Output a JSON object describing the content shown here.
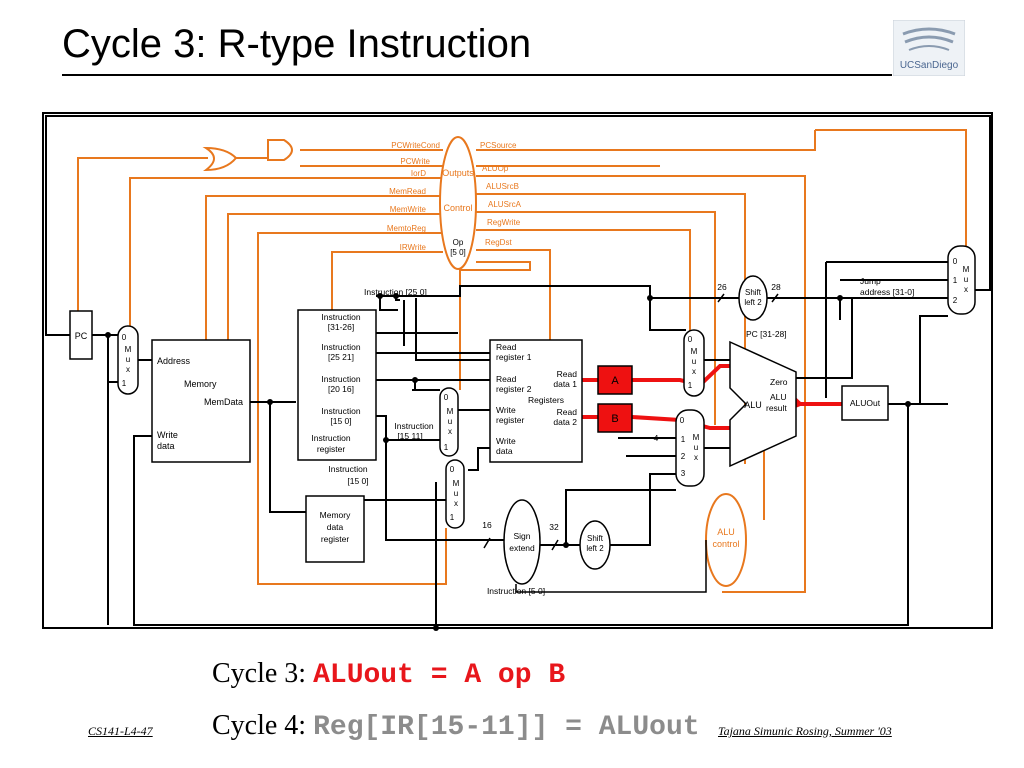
{
  "slide": {
    "title": "Cycle 3: R-type Instruction",
    "logo_text": "UCSanDiego",
    "footer_left": "CS141-L4-47",
    "footer_right": "Tajana Simunic Rosing, Summer '03"
  },
  "cycles": [
    {
      "label": "Cycle 3: ",
      "code": "ALUout = A op B",
      "code_color": "#e8161b"
    },
    {
      "label": "Cycle 4: ",
      "code": "Reg[IR[15-11]] = ALUout",
      "code_color": "#8c8c8c"
    }
  ],
  "colors": {
    "control": "#e8781e",
    "datapath": "#000000",
    "highlight": "#ee1111",
    "register_fill": "#ee1111"
  },
  "diagram": {
    "control_signals_left": [
      "PCWriteCond",
      "PCWrite",
      "IorD",
      "MemRead",
      "MemWrite",
      "MemtoReg",
      "IRWrite"
    ],
    "control_signals_right": [
      "PCSource",
      "ALUOp",
      "ALUSrcB",
      "ALUSrcA",
      "RegWrite",
      "RegDst"
    ],
    "control_unit": {
      "outputs": "Outputs",
      "control": "Control",
      "op_line1": "Op",
      "op_line2": "[5   0]"
    },
    "pc": "PC",
    "memory": {
      "address": "Address",
      "memory": "Memory",
      "memdata": "MemData",
      "write1": "Write",
      "write2": "data"
    },
    "instruction_register": {
      "f1a": "Instruction",
      "f1b": "[31-26]",
      "f2a": "Instruction",
      "f2b": "[25   21]",
      "f3a": "Instruction",
      "f3b": "[20   16]",
      "f4a": "Instruction",
      "f4b": "[15   0]",
      "r1": "Instruction",
      "r2": "register"
    },
    "instr_25_0": "Instruction [25   0]",
    "instr_15_0_a": "Instruction",
    "instr_15_0_b": "[15   0]",
    "instr_15_11_a": "Instruction",
    "instr_15_11_b": "[15   11]",
    "instr_5_0": "Instruction [5   0]",
    "mdr": {
      "l1": "Memory",
      "l2": "data",
      "l3": "register"
    },
    "registers": {
      "rr1a": "Read",
      "rr1b": "register 1",
      "rr2a": "Read",
      "rr2b": "register 2",
      "wra": "Write",
      "wrb": "register",
      "wda": "Write",
      "wdb": "data",
      "rd1a": "Read",
      "rd1b": "data 1",
      "rd2a": "Read",
      "rd2b": "data 2",
      "title": "Registers"
    },
    "reg_a": "A",
    "reg_b": "B",
    "sign_extend": {
      "l1": "Sign",
      "l2": "extend"
    },
    "shift_left_2": {
      "l1": "Shift",
      "l2": "left 2"
    },
    "shift_left_2_top": {
      "l1": "Shift",
      "l2": "left 2"
    },
    "alu": {
      "label": "ALU",
      "zero": "Zero",
      "result1": "ALU",
      "result2": "result"
    },
    "aluout": "ALUOut",
    "alu_control": {
      "l1": "ALU",
      "l2": "control"
    },
    "jump": {
      "l1": "Jump",
      "l2": "address [31-0]"
    },
    "pc_31_28": "PC [31-28]",
    "bits": {
      "b26": "26",
      "b28": "28",
      "b16": "16",
      "b32": "32",
      "b4": "4"
    },
    "mux_letters": {
      "m": "M",
      "u": "u",
      "x": "x"
    },
    "mux_inputs": {
      "i0": "0",
      "i1": "1",
      "i2": "2",
      "i3": "3"
    }
  }
}
